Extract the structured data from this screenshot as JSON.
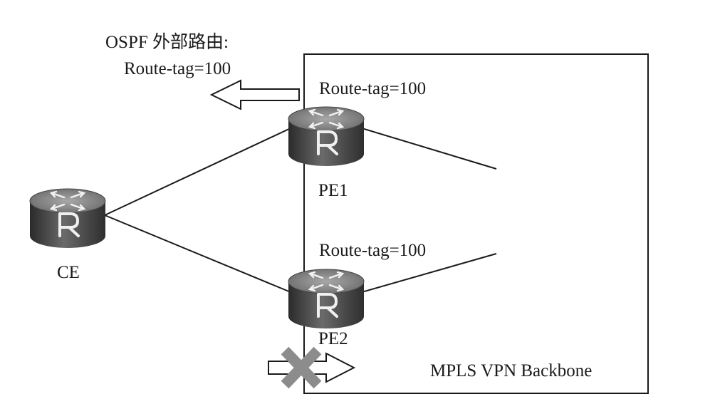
{
  "annotation": {
    "line1": "OSPF 外部路由:",
    "line2": "Route-tag=100"
  },
  "routers": {
    "pe1": {
      "label": "PE1",
      "tag": "Route-tag=100"
    },
    "pe2": {
      "label": "PE2",
      "tag": "Route-tag=100"
    },
    "ce": {
      "label": "CE"
    }
  },
  "backbone": {
    "label": "MPLS VPN Backbone"
  },
  "icons": {
    "router": "router-icon",
    "advertise_arrow": "left-arrow-icon",
    "blocked_arrow": "right-arrow-icon",
    "blocked_mark": "cross-mark-icon"
  },
  "colors": {
    "line": "#1a1a1a",
    "router_body": "#3a3a3a",
    "router_top": "#8a8a8a",
    "cross": "#8c8c8c"
  }
}
